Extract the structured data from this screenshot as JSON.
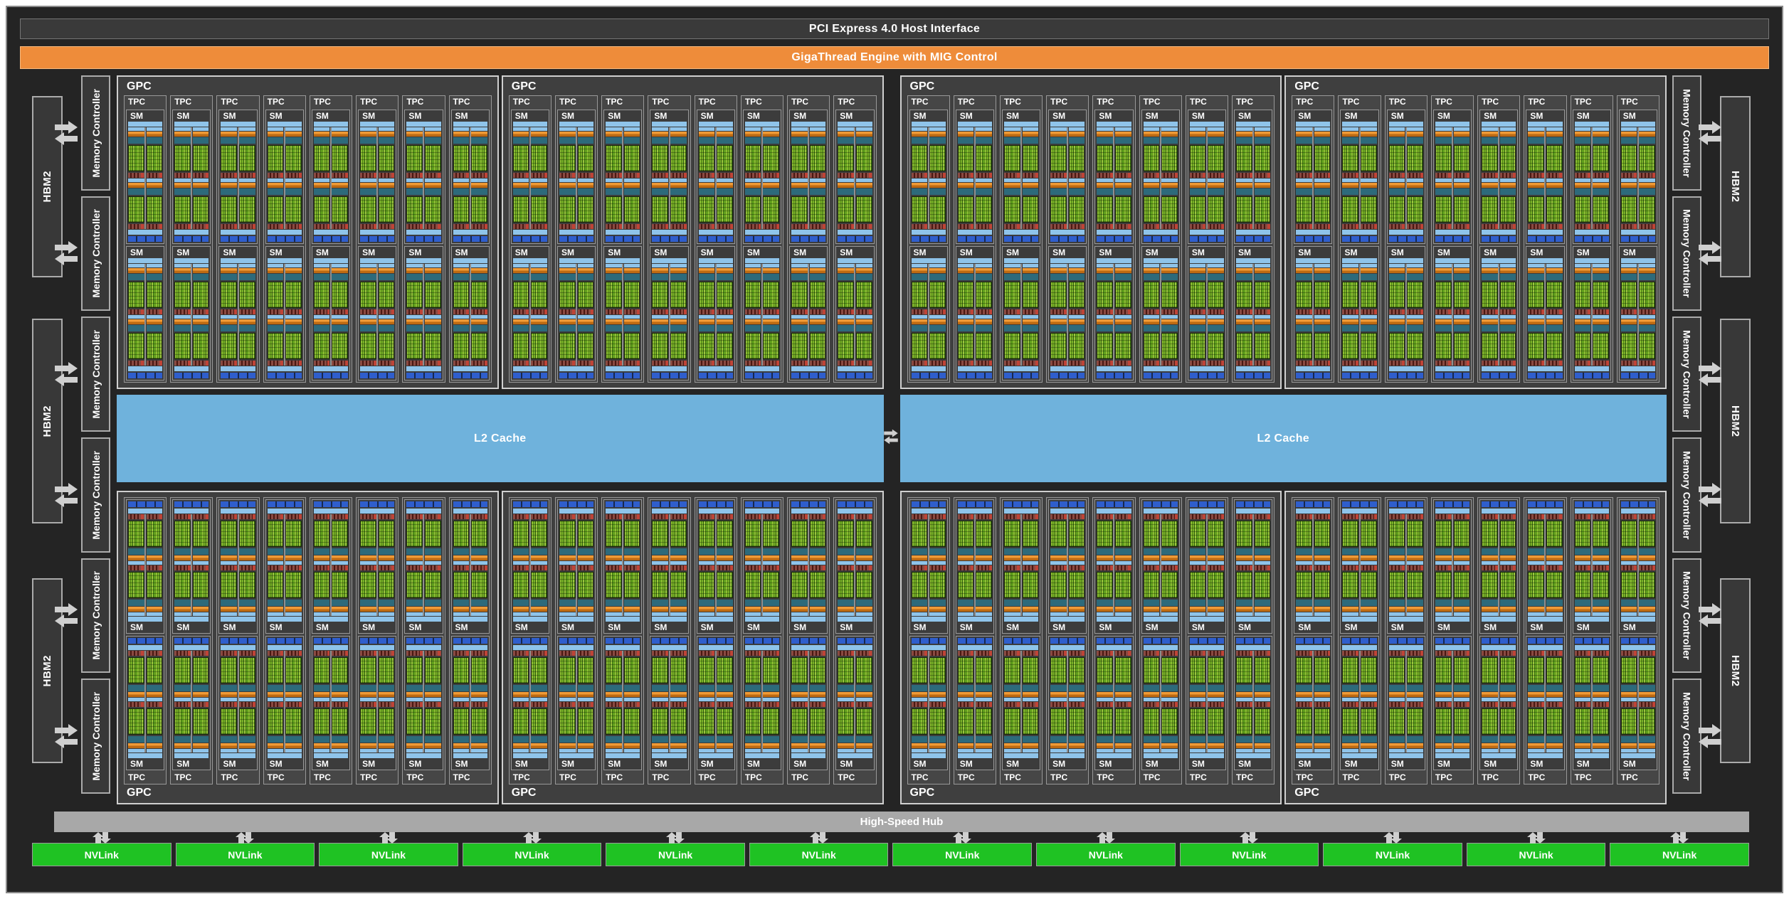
{
  "top_bars": {
    "pci": "PCI Express 4.0 Host Interface",
    "gigathread": "GigaThread Engine with MIG Control"
  },
  "labels": {
    "gpc": "GPC",
    "tpc": "TPC",
    "sm": "SM",
    "l2_cache": "L2 Cache",
    "hub": "High-Speed Hub",
    "nvlink": "NVLink",
    "hbm2": "HBM2",
    "memory_controller": "Memory Controller"
  },
  "structure": {
    "gpc_count": 8,
    "gpc_columns": 4,
    "gpc_rows": 2,
    "tpc_per_gpc": 8,
    "sm_per_tpc": 2,
    "hbm2_stacks_per_side": 3,
    "memory_controllers_per_side": 6,
    "nvlink_count": 12,
    "l2_partitions": 2
  },
  "icons": {
    "hbm_mc_link": "bidirectional-horizontal-arrow",
    "hub_nvlink_link": "bidirectional-vertical-arrow",
    "l2_l2_link": "bidirectional-horizontal-arrow"
  },
  "colors": {
    "chip_bg": "#242424",
    "panel_gray": "#3a3a3a",
    "gigathread_orange": "#ee8c3a",
    "l2_blue": "#6fb2dc",
    "hub_gray": "#a8a8a8",
    "nvlink_green": "#1fc223",
    "core_green": "#7cb32a",
    "sm_lightblue": "#8fc4ea",
    "scheduler_orange": "#ef9a36",
    "teal_bar": "#2d6a7b",
    "tex_royal_blue": "#2f5ecc",
    "ldst_maroon": "#7d352c",
    "gpc_border": "#cfcfcf",
    "arrow_gray": "#cfcfcf"
  }
}
